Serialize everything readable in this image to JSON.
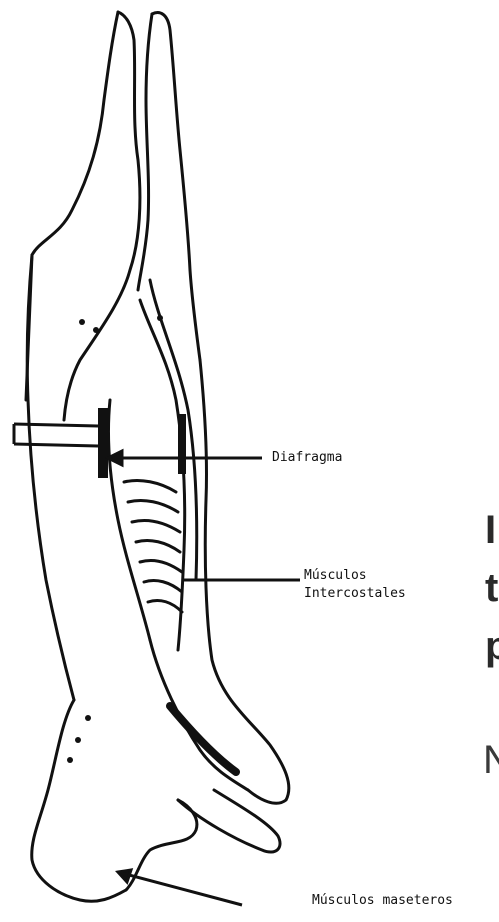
{
  "labels": {
    "diafragma": "Diafragma",
    "intercostales_line1": "Músculos",
    "intercostales_line2": "Intercostales",
    "maseteros": "Músculos maseteros"
  },
  "cutoff_text": {
    "line1": "I",
    "line2": "t",
    "line3": "p",
    "line4": "N"
  },
  "colors": {
    "ink": "#111111",
    "background": "#ffffff"
  }
}
